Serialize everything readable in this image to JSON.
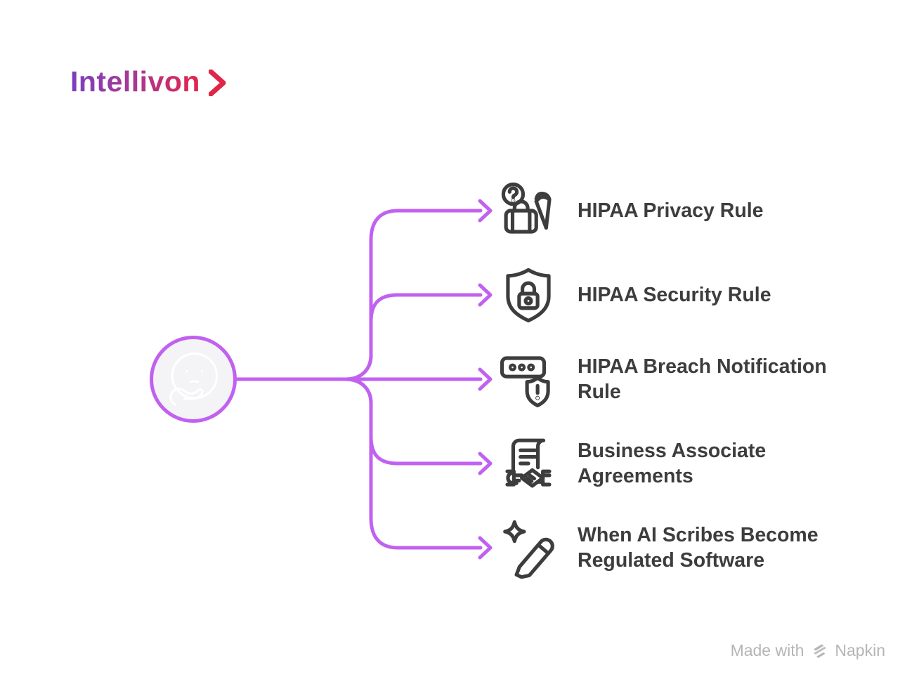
{
  "brand": {
    "name": "Intellivon",
    "chevron_icon": "chevron-right-icon",
    "logo_gradient": [
      "#7a3fc1",
      "#a93793",
      "#e02553"
    ]
  },
  "center": {
    "icon": "thinking-face-icon",
    "circle_border_color": "#c161f0",
    "circle_fill_color": "#f4f3f6"
  },
  "branches": [
    {
      "label": "HIPAA Privacy Rule",
      "icon": "privacy-luggage-umbrella-question-icon"
    },
    {
      "label": "HIPAA Security Rule",
      "icon": "shield-lock-icon"
    },
    {
      "label": "HIPAA Breach Notification Rule",
      "icon": "password-breach-alert-shield-icon"
    },
    {
      "label": "Business Associate Agreements",
      "icon": "contract-handshake-icon"
    },
    {
      "label": "When AI Scribes Become Regulated Software",
      "icon": "pen-sparkle-icon"
    }
  ],
  "footer": {
    "made_with": "Made with",
    "brand": "Napkin",
    "icon": "napkin-logo-icon"
  },
  "colors": {
    "connector": "#c161f0",
    "label_text": "#3d3d3d",
    "icon_stroke": "#3d3d3d",
    "footer_text": "#b5b5b5",
    "background": "#ffffff"
  }
}
